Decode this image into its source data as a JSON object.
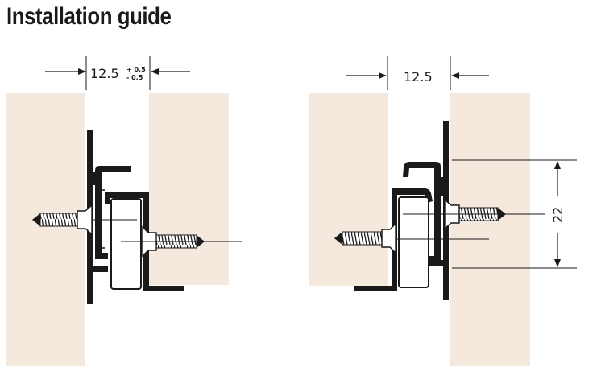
{
  "title": "Installation guide",
  "colors": {
    "wood": "#f5e8dc",
    "ink": "#1a1a1a",
    "roller": "#ffffff"
  },
  "left_diagram": {
    "dimension_value": "12.5",
    "tolerance_upper": "+ 0.5",
    "tolerance_lower": "- 0.5"
  },
  "right_diagram": {
    "dimension_value": "12.5",
    "vertical_dimension": "22"
  }
}
